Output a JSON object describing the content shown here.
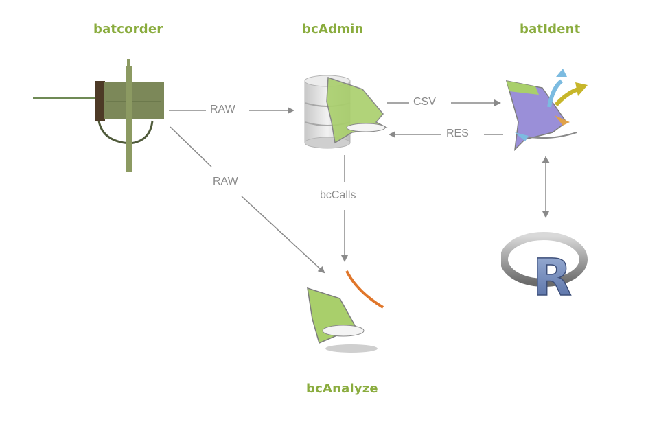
{
  "nodes": {
    "batcorder": {
      "title": "batcorder",
      "icon": "batcorder-device-icon"
    },
    "bcadmin": {
      "title": "bcAdmin",
      "icon": "database-bat-icon"
    },
    "batident": {
      "title": "batIdent",
      "icon": "bat-arrows-icon"
    },
    "bcanalyze": {
      "title": "bcAnalyze",
      "icon": "bat-call-icon"
    },
    "r": {
      "title": "",
      "icon": "r-logo-icon",
      "letter": "R"
    }
  },
  "edges": [
    {
      "id": "batcorder-bcadmin",
      "from": "batcorder",
      "to": "bcAdmin",
      "label": "RAW"
    },
    {
      "id": "batcorder-bcanalyze",
      "from": "batcorder",
      "to": "bcAnalyze",
      "label": "RAW"
    },
    {
      "id": "bcadmin-batident",
      "from": "bcAdmin",
      "to": "batIdent",
      "label": "CSV"
    },
    {
      "id": "batident-bcadmin",
      "from": "batIdent",
      "to": "bcAdmin",
      "label": "RES"
    },
    {
      "id": "bcadmin-bcanalyze",
      "from": "bcAdmin",
      "to": "bcAnalyze",
      "label": "bcCalls"
    },
    {
      "id": "batident-r",
      "from": "batIdent",
      "to": "R",
      "label": "",
      "bidirectional": true
    }
  ],
  "colors": {
    "title": "#8aac3e",
    "edge": "#8a8a8a",
    "bat_green": "#a9cf6b",
    "bat_purple": "#9a8fd8",
    "arrow_blue": "#7cbbe0",
    "arrow_yellow": "#c7b62a",
    "call_orange": "#e0762a",
    "r_blue": "#6e86b8"
  }
}
